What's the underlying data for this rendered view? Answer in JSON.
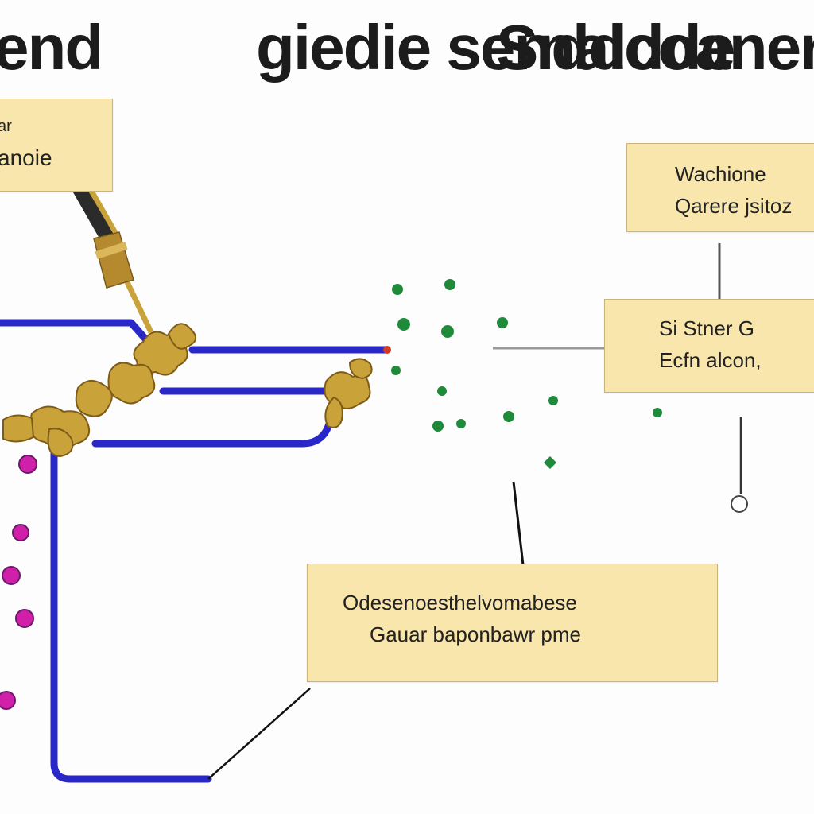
{
  "title": {
    "word1": "end",
    "word2": "giedie sendddde",
    "word3": "Snalcoaner"
  },
  "callouts": {
    "top_left": {
      "line1": "ar",
      "line2": "anoie"
    },
    "top_right": {
      "line1": "Wachione",
      "line2": "Qarere jsitoz"
    },
    "middle_right": {
      "line1": "Si Stner G",
      "line2": "Ecfn alcon,"
    },
    "bottom": {
      "line1": "Odesenoesthelvomabese",
      "line2": "Gauar baponbawr pme"
    }
  },
  "colors": {
    "pipe": "#2a27c9",
    "brass": "#c9a23a",
    "callout_fill": "#f8e6ad",
    "particle_green": "#1f8a3a",
    "particle_magenta": "#d01fa8"
  }
}
